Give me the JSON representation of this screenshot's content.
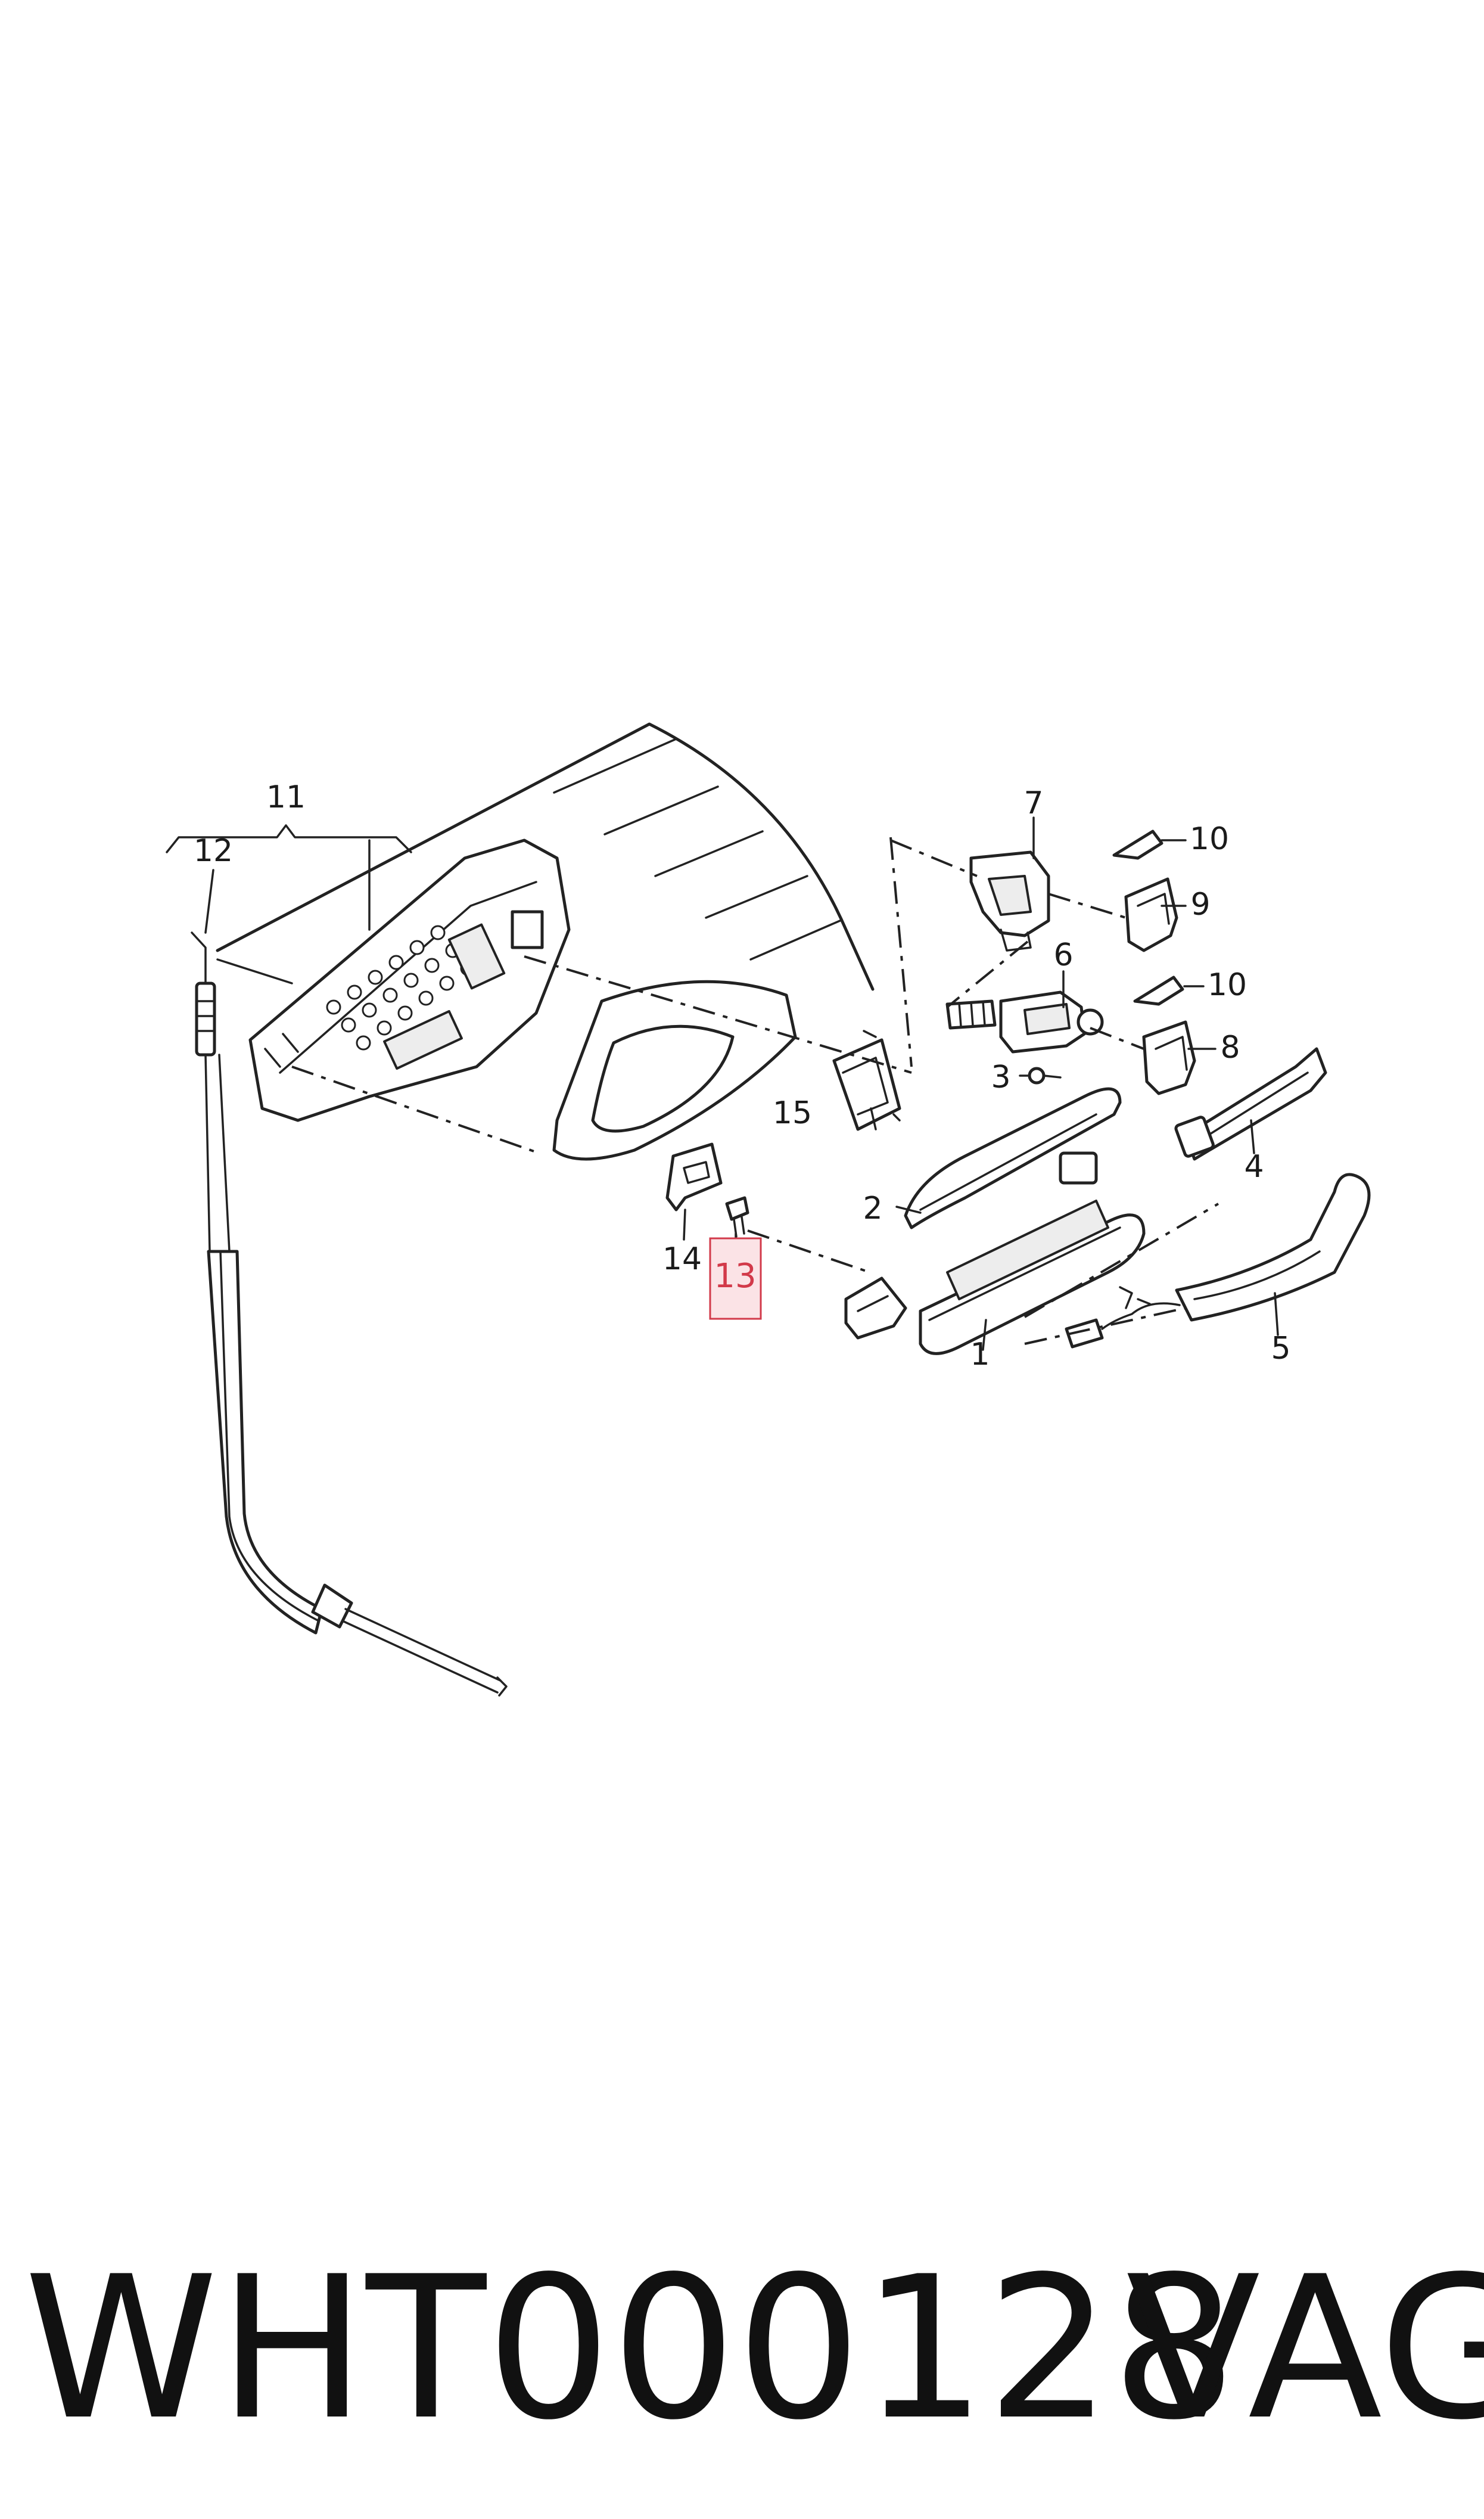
{
  "callouts": {
    "c1": "1",
    "c2": "2",
    "c3": "3",
    "c4": "4",
    "c5": "5",
    "c6": "6",
    "c7": "7",
    "c8": "8",
    "c9": "9",
    "c10a": "10",
    "c10b": "10",
    "c11": "11",
    "c12": "12",
    "c13": "13",
    "c14": "14",
    "c15": "15"
  },
  "highlight_color": "#d23a4a",
  "footer": {
    "part_number": "WHT000128",
    "brand": "VAG"
  }
}
